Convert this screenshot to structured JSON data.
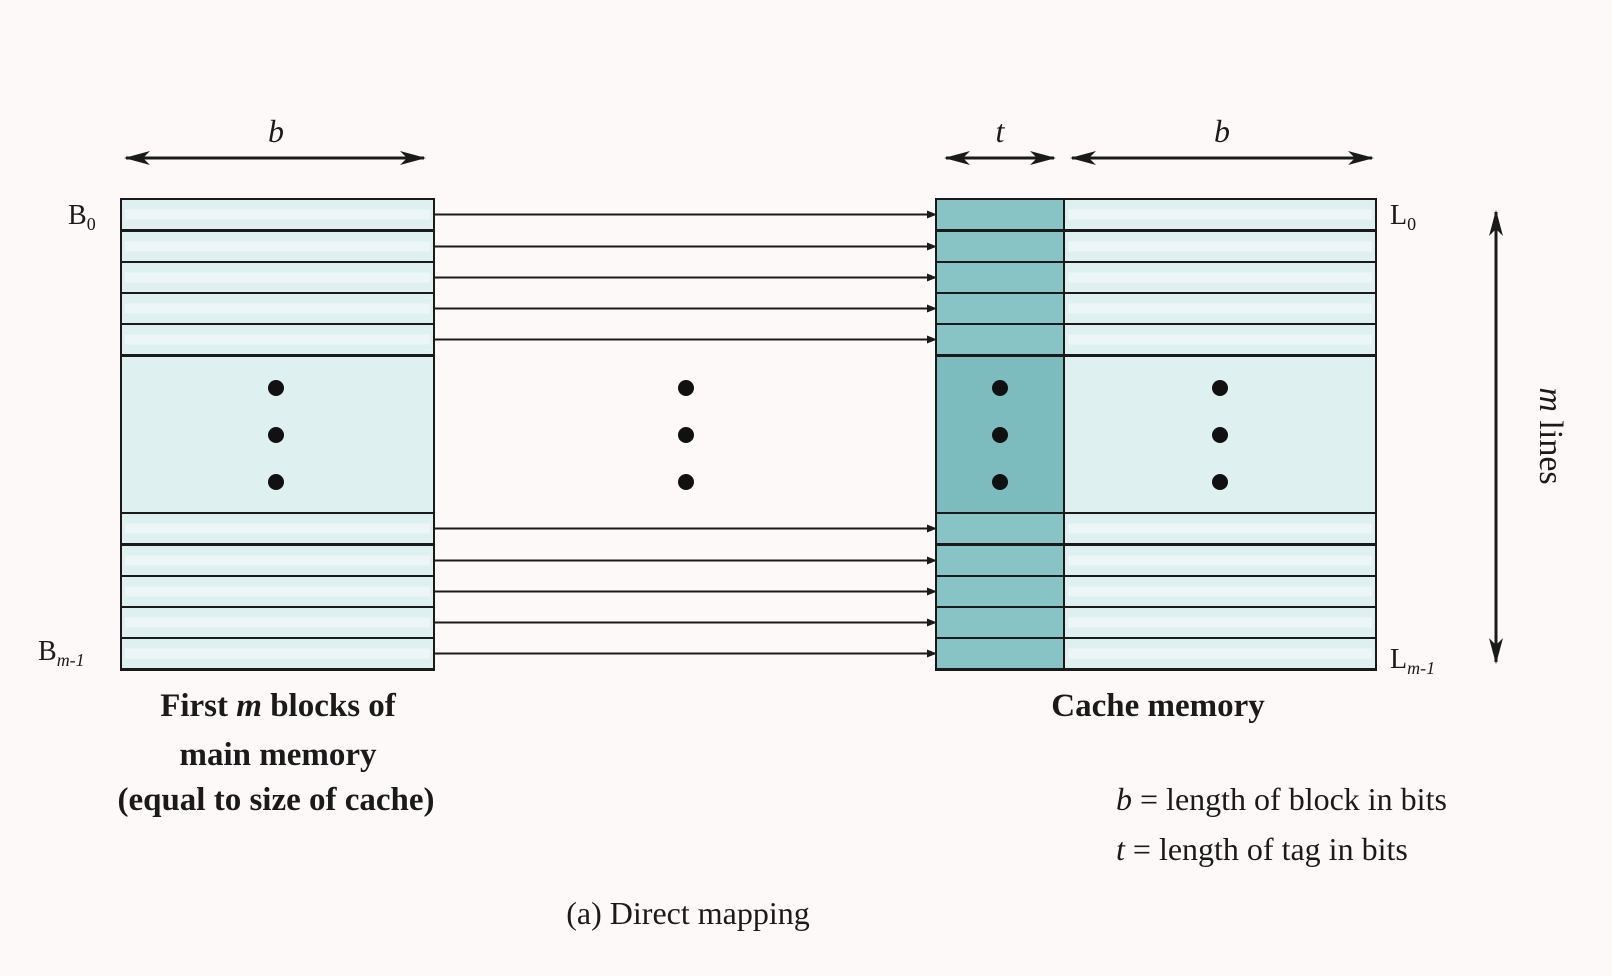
{
  "dims": {
    "b": "b",
    "t": "t"
  },
  "main_memory": {
    "first_block_label": "B",
    "first_block_sub": "0",
    "last_block_label": "B",
    "last_block_sub": "m-1",
    "caption_line1_pre": "First ",
    "caption_line1_var": "m",
    "caption_line1_post": " blocks of",
    "caption_line2": "main memory",
    "caption_line3": "(equal to size of cache)"
  },
  "cache": {
    "first_line_label": "L",
    "first_line_sub": "0",
    "last_line_label": "L",
    "last_line_sub": "m-1",
    "caption": "Cache memory",
    "extent_var": "m",
    "extent_text": " lines"
  },
  "legend": {
    "b_var": "b",
    "b_text": " = length of block in bits",
    "t_var": "t",
    "t_text": " = length of tag in bits"
  },
  "figure_caption": "(a) Direct mapping",
  "colors": {
    "block_fill": "#def0f0",
    "block_stripe": "#eef7f7",
    "tag_fill": "#88c4c6",
    "tag_dots_fill": "#7cbcbe",
    "line_color": "#1a1a1a"
  }
}
